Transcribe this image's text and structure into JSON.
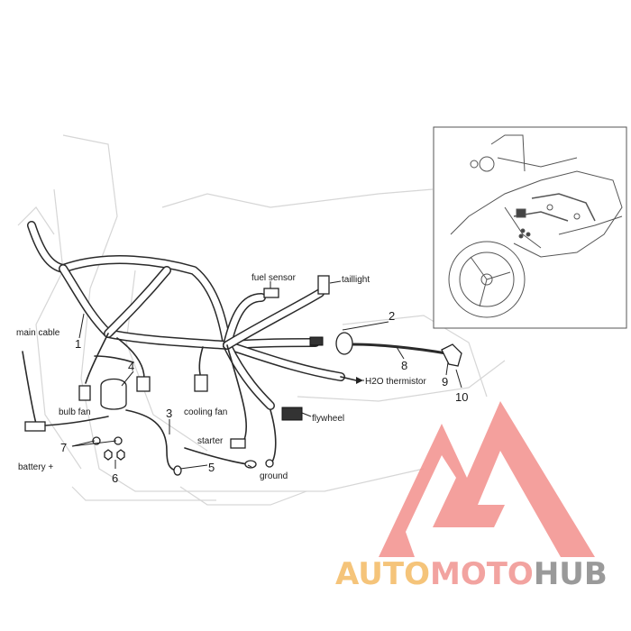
{
  "labels": {
    "main_cable": "main cable",
    "bulb_fan": "bulb fan",
    "battery_plus": "battery +",
    "cooling_fan": "cooling fan",
    "starter": "starter",
    "ground": "ground",
    "flywheel": "flywheel",
    "fuel_sensor": "fuel sensor",
    "taillight": "taillight",
    "h2o_thermistor": "H2O thermistor"
  },
  "callouts": [
    "1",
    "2",
    "3",
    "4",
    "5",
    "6",
    "7",
    "8",
    "9",
    "10"
  ],
  "watermark": {
    "part_auto": "AUTO",
    "part_moto": "MOTO",
    "part_hub": "HUB",
    "color_auto": "#f5c47a",
    "color_moto": "#f2a3a0",
    "color_hub": "#9a9a9a",
    "logo_color": "#f28f8c"
  }
}
